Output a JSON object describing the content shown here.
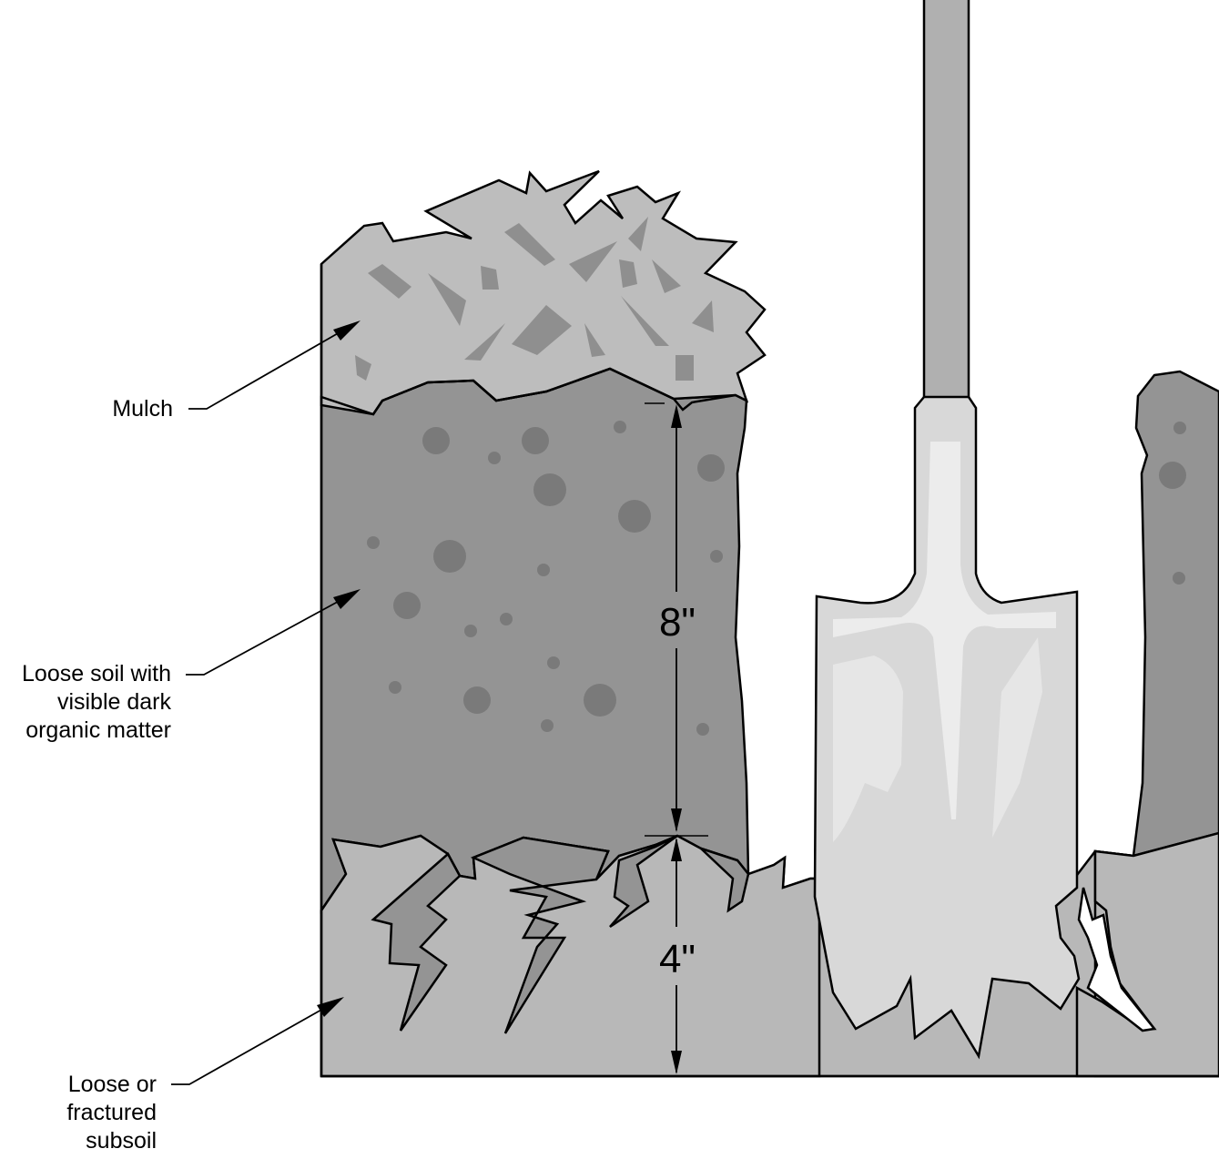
{
  "labels": {
    "mulch": "Mulch",
    "loose_soil": [
      "Loose soil with",
      "visible dark",
      "organic matter"
    ],
    "subsoil": [
      "Loose or",
      "fractured",
      "subsoil"
    ]
  },
  "dimensions": {
    "upper": "8\"",
    "lower": "4\""
  },
  "colors": {
    "mulch": "#bdbdbd",
    "mulch_chips": "#8f8f8f",
    "topsoil": "#949494",
    "topsoil_dots": "#7a7a7a",
    "subsoil": "#b8b8b8",
    "spade_blade": "#d8d8d8",
    "spade_highlight": "#ececec",
    "handle": "#b0b0b0"
  }
}
